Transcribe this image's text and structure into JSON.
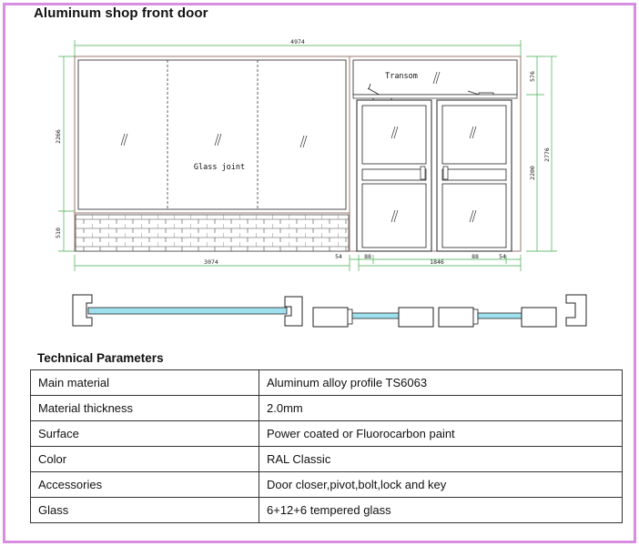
{
  "title": "Aluminum shop front door",
  "drawing": {
    "overall_width": "4974",
    "transom_height": "576",
    "glass_height": "2266",
    "base_height": "510",
    "overall_height": "2776",
    "door_height": "2200",
    "fixed_width": "3074",
    "door_width": "1846",
    "frame_54_left": "54",
    "frame_54_base": "54",
    "frame_54_right": "54",
    "gap_88_left": "88",
    "gap_88_right": "88",
    "label_transom": "Transom",
    "label_glass_joint": "Glass joint",
    "colors": {
      "dim_line": "#3fae49",
      "frame": "#9e7a70",
      "glass": "#9fe0ee",
      "line": "#222222"
    }
  },
  "params_title": "Technical Parameters",
  "params": [
    {
      "key": "Main material",
      "value": "Aluminum alloy profile TS6063"
    },
    {
      "key": "Material thickness",
      "value": "2.0mm"
    },
    {
      "key": "Surface",
      "value": "Power coated or Fluorocarbon paint"
    },
    {
      "key": "Color",
      "value": "RAL Classic"
    },
    {
      "key": "Accessories",
      "value": "Door closer,pivot,bolt,lock and key"
    },
    {
      "key": "Glass",
      "value": "6+12+6 tempered glass"
    }
  ]
}
